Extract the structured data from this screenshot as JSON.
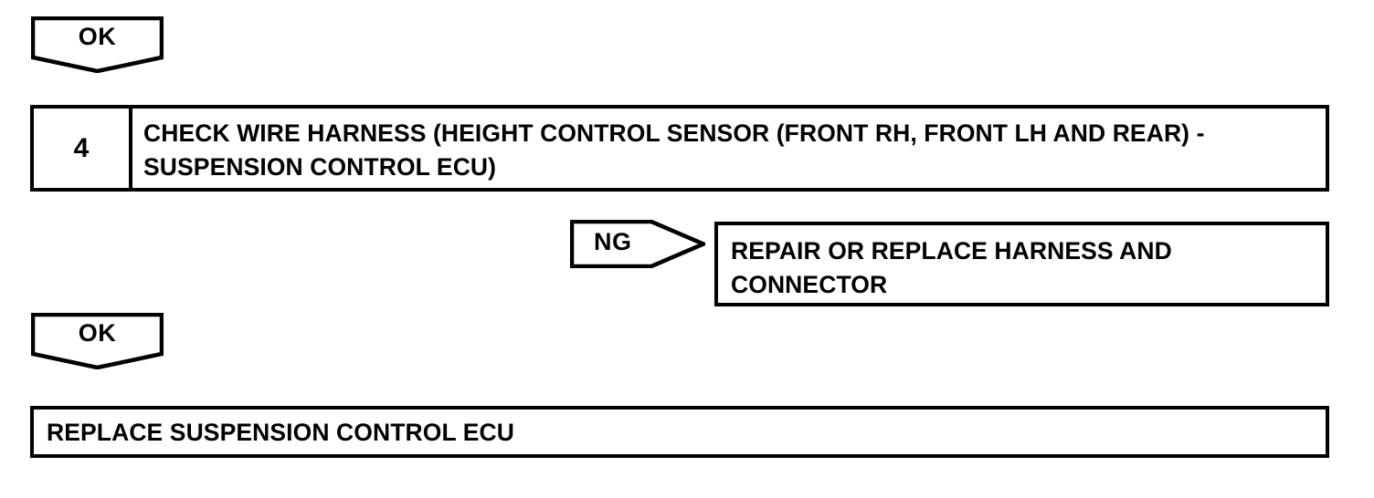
{
  "diagram": {
    "type": "troubleshooting-flowchart",
    "line_color": "#000000",
    "background_color": "#ffffff",
    "connectors": [
      {
        "label": "OK",
        "shape": "down-pentagon"
      },
      {
        "label": "NG",
        "shape": "right-arrow"
      },
      {
        "label": "OK",
        "shape": "down-pentagon"
      }
    ],
    "step": {
      "number": "4",
      "title": "CHECK WIRE HARNESS (HEIGHT CONTROL SENSOR (FRONT RH, FRONT LH AND REAR) - SUSPENSION CONTROL ECU)"
    },
    "repair_action": "REPAIR OR REPLACE HARNESS AND CONNECTOR",
    "final_action": "REPLACE SUSPENSION CONTROL ECU"
  }
}
